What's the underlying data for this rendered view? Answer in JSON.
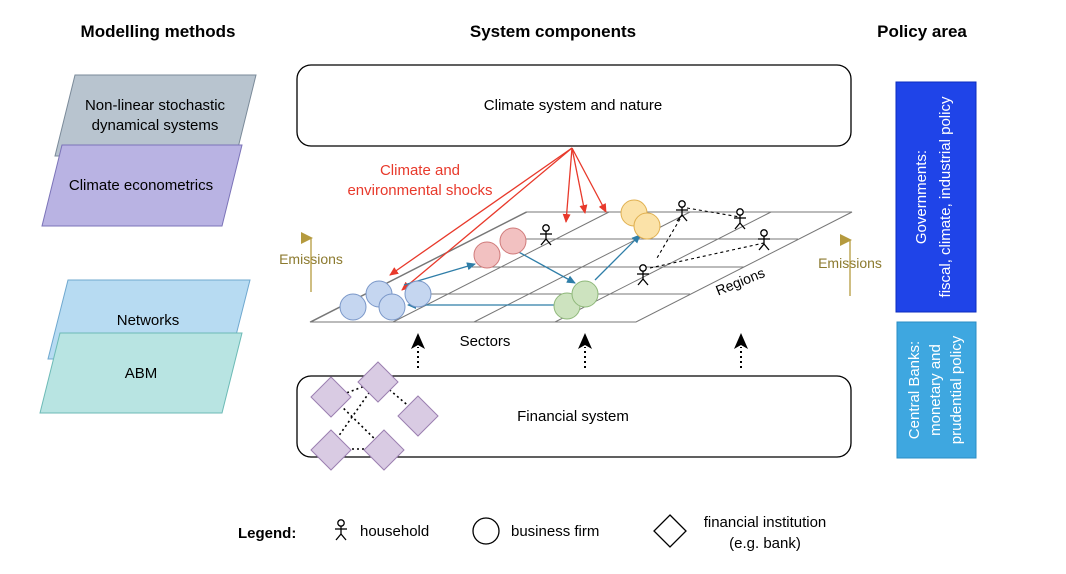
{
  "headers": {
    "modelling": "Modelling methods",
    "components": "System components",
    "policy": "Policy area"
  },
  "methods": {
    "nonlinear_1": "Non-linear stochastic",
    "nonlinear_2": "dynamical systems",
    "econometrics": "Climate econometrics",
    "networks": "Networks",
    "abm": "ABM"
  },
  "components": {
    "climate": "Climate system and nature",
    "shocks_1": "Climate and",
    "shocks_2": "environmental shocks",
    "emissions_left": "Emissions",
    "emissions_right": "Emissions",
    "sectors": "Sectors",
    "regions": "Regions",
    "financial": "Financial system"
  },
  "policy": {
    "gov_1": "Governments:",
    "gov_2": "fiscal, climate, industrial policy",
    "cb_1": "Central Banks:",
    "cb_2": "monetary and",
    "cb_3": "prudential policy"
  },
  "legend": {
    "title": "Legend:",
    "household": "household",
    "firm": "business firm",
    "fin_1": "financial institution",
    "fin_2": "(e.g. bank)"
  },
  "colors": {
    "shock_red": "#e8392b",
    "flow_blue": "#2f7ea8",
    "emission_gold": "#b59a3e",
    "gov_blue": "#1f44e8",
    "cb_blue": "#3ea7e0",
    "nonlinear_fill": "#b8c4cf",
    "econometrics_fill": "#b9b3e3",
    "networks_fill": "#b7dbf2",
    "abm_fill": "#b8e4e2",
    "diamond_fill": "#d9cbe3"
  }
}
